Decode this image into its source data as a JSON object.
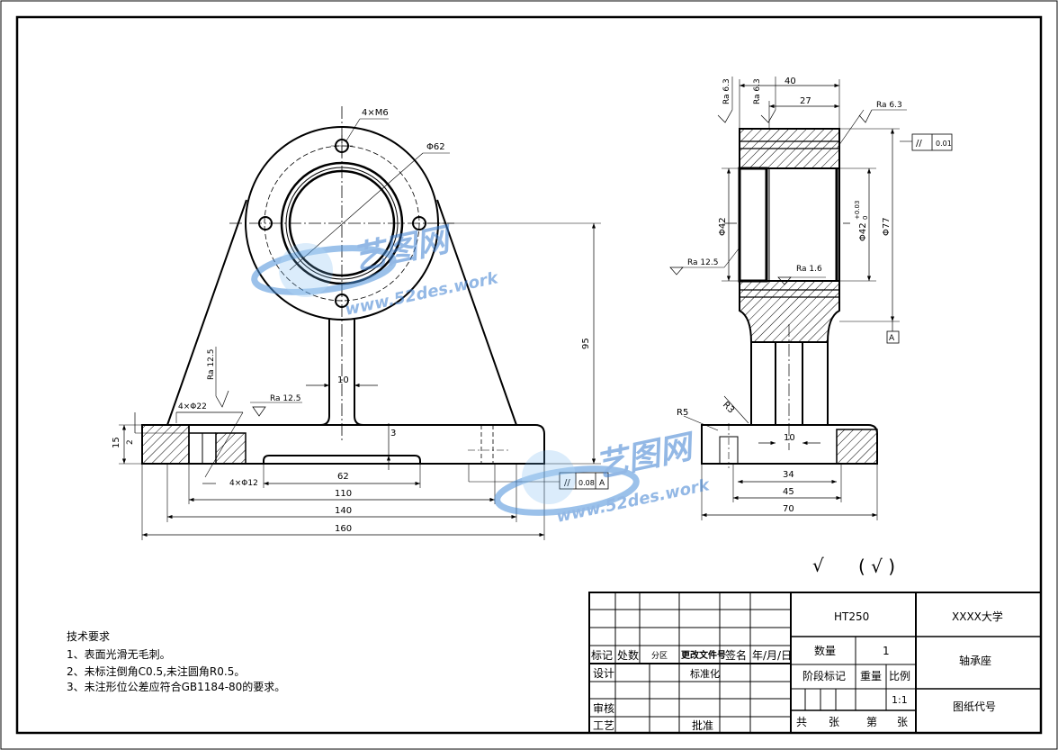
{
  "front_view": {
    "labels": {
      "holes_thread": "4×M6",
      "bore_dia": "Φ62",
      "rib_width": "10",
      "height": "95",
      "depth": "3",
      "base_thickness": "15",
      "step": "2",
      "cbore": "4×Φ22",
      "holes": "4×Φ12",
      "ra_left": "Ra 12.5",
      "ra_base": "Ra 12.5",
      "dim_62": "62",
      "dim_110": "110",
      "dim_140": "140",
      "dim_160": "160"
    },
    "tolerance_frame": {
      "symbol": "//",
      "value": "0.08",
      "datum": "A"
    }
  },
  "side_view": {
    "labels": {
      "dim_40": "40",
      "dim_27": "27",
      "ra_63_a": "Ra 6.3",
      "ra_63_b": "Ra 6.3",
      "ra_63_c": "Ra 6.3",
      "dia_42": "Φ42",
      "dia_42_tol": "Φ42",
      "tol_upper": "+0.03",
      "tol_lower": "0",
      "dia_77": "Φ77",
      "ra_125": "Ra 12.5",
      "ra_16": "Ra 1.6",
      "r5": "R5",
      "r3": "R3",
      "dim_10": "10",
      "dim_34": "34",
      "dim_45": "45",
      "dim_70": "70",
      "datum": "A"
    },
    "tolerance_frame": {
      "symbol": "//",
      "value": "0.01"
    }
  },
  "surface_note": {
    "sym": "√",
    "paren": "( √ )"
  },
  "watermark": {
    "cn": "艺图网",
    "url": "www.52des.work"
  },
  "tech_req": {
    "title": "技术要求",
    "lines": [
      "1、表面光滑无毛刺。",
      "2、未标注倒角C0.5,未注圆角R0.5。",
      "3、未注形位公差应符合GB1184-80的要求。"
    ]
  },
  "title_block": {
    "material": "HT250",
    "school": "XXXX大学",
    "part_name": "轴承座",
    "drawing_code": "图纸代号",
    "quantity_label": "数量",
    "quantity": "1",
    "stage_mark": "阶段标记",
    "weight": "重量",
    "scale_label": "比例",
    "scale": "1:1",
    "sheet_total": "共",
    "sheet_word": "张",
    "sheet_no": "第",
    "sheet_word2": "张",
    "row_headers": [
      "标记",
      "处数",
      "分区",
      "更改文件号",
      "签名",
      "年/月/日"
    ],
    "design": "设计",
    "standard": "标准化",
    "review": "审核",
    "process": "工艺",
    "approve": "批准"
  }
}
